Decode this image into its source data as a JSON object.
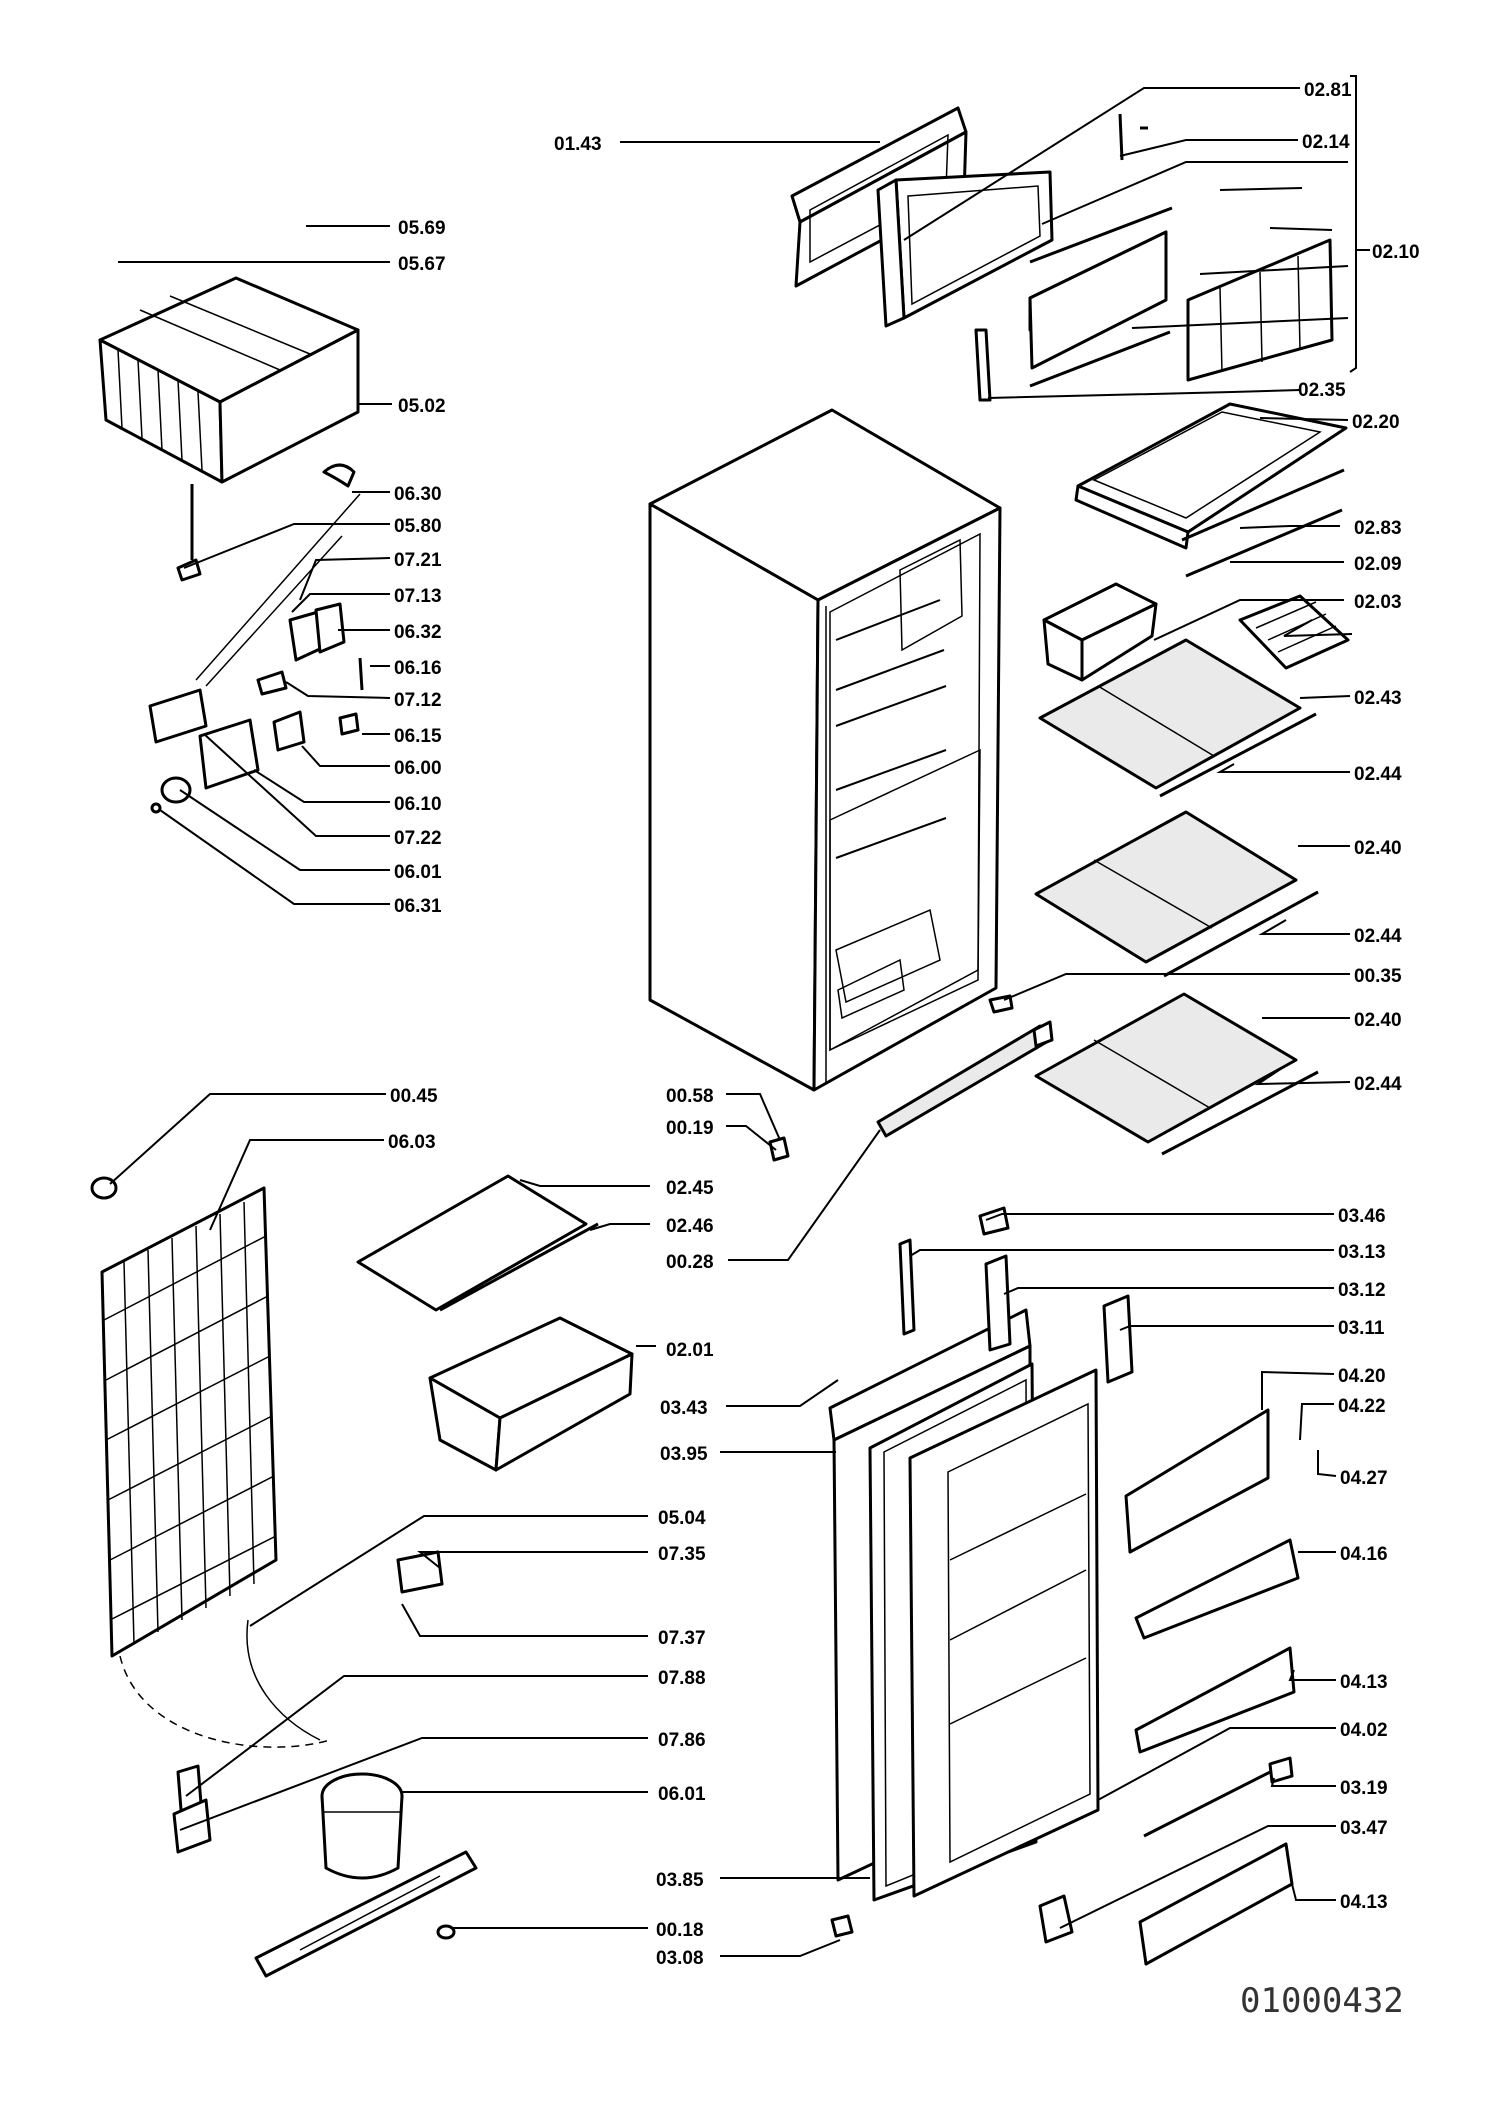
{
  "diagram_code": "01000432",
  "labels": {
    "l0281": "02.81",
    "l0143": "01.43",
    "l0214": "02.14",
    "l0210": "02.10",
    "l0235": "02.35",
    "l0220": "02.20",
    "l0283": "02.83",
    "l0209": "02.09",
    "l0203": "02.03",
    "l0243": "02.43",
    "l0244a": "02.44",
    "l0240a": "02.40",
    "l0244b": "02.44",
    "l0035": "00.35",
    "l0240b": "02.40",
    "l0244c": "02.44",
    "l0569": "05.69",
    "l0567": "05.67",
    "l0502": "05.02",
    "l0630": "06.30",
    "l0580": "05.80",
    "l0721": "07.21",
    "l0713": "07.13",
    "l0632": "06.32",
    "l0616": "06.16",
    "l0712": "07.12",
    "l0615": "06.15",
    "l0600": "06.00",
    "l0610": "06.10",
    "l0722": "07.22",
    "l0601a": "06.01",
    "l0631": "06.31",
    "l0045": "00.45",
    "l0603": "06.03",
    "l0058": "00.58",
    "l0019": "00.19",
    "l0245": "02.45",
    "l0246": "02.46",
    "l0028": "00.28",
    "l0201": "02.01",
    "l0346": "03.46",
    "l0313": "03.13",
    "l0312": "03.12",
    "l0311": "03.11",
    "l0420": "04.20",
    "l0422": "04.22",
    "l0427": "04.27",
    "l0343": "03.43",
    "l0395": "03.95",
    "l0504": "05.04",
    "l0735": "07.35",
    "l0416": "04.16",
    "l0737": "07.37",
    "l0788": "07.88",
    "l0413a": "04.13",
    "l0786": "07.86",
    "l0402": "04.02",
    "l0601b": "06.01",
    "l0319": "03.19",
    "l0347": "03.47",
    "l0385": "03.85",
    "l0413b": "04.13",
    "l0018": "00.18",
    "l0308": "03.08"
  }
}
